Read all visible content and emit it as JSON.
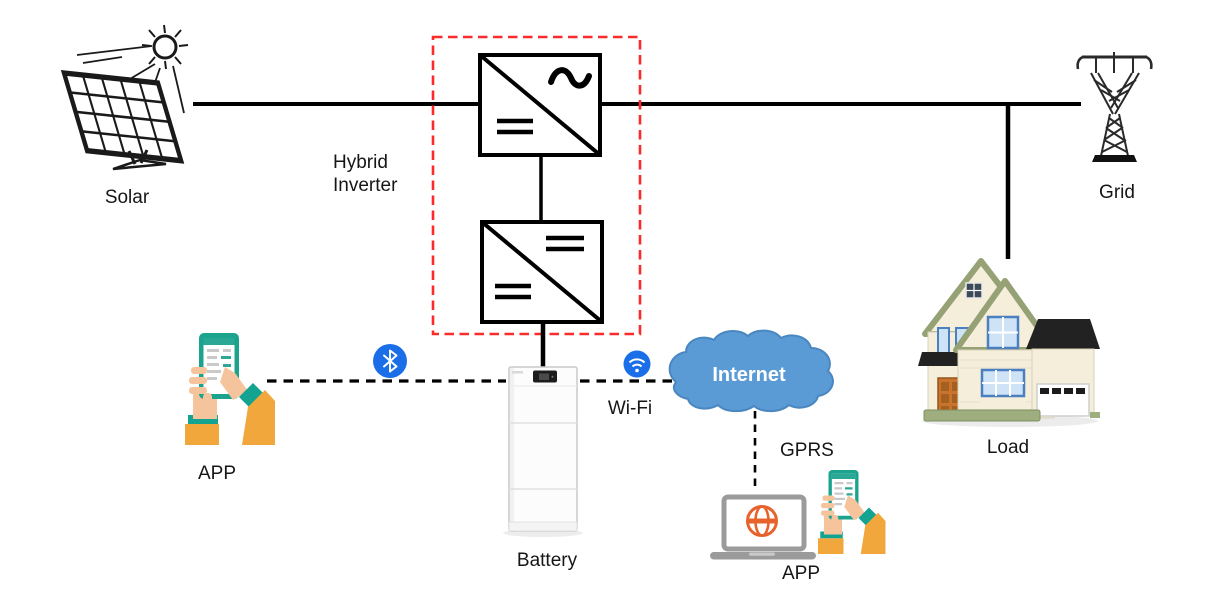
{
  "nodes": {
    "solar": {
      "label": "Solar"
    },
    "hybrid_inverter": {
      "line1": "Hybrid",
      "line2": "Inverter"
    },
    "grid": {
      "label": "Grid"
    },
    "load": {
      "label": "Load"
    },
    "battery": {
      "label": "Battery"
    },
    "internet_cloud": {
      "label": "Internet"
    },
    "app_bluetooth": {
      "label": "APP"
    },
    "app_remote": {
      "label": "APP"
    }
  },
  "links": {
    "solar_to_inverter": {
      "type": "solid"
    },
    "inverter_to_grid": {
      "type": "solid"
    },
    "bus_to_load": {
      "type": "solid"
    },
    "inverter_to_battery": {
      "type": "solid"
    },
    "bluetooth": {
      "type": "dashed",
      "icon": "bluetooth-icon"
    },
    "wifi": {
      "label": "Wi-Fi",
      "type": "dashed",
      "icon": "wifi-icon"
    },
    "gprs": {
      "label": "GPRS",
      "type": "dashed"
    }
  },
  "icons": {
    "sun": "sun-icon",
    "solar_panel": "solar-panel-icon",
    "dc_ac_inverter": "dc-ac-inverter-icon",
    "dc_dc_converter": "dc-dc-converter-icon",
    "transmission_tower": "transmission-tower-icon",
    "house": "house-icon",
    "battery_cabinet": "battery-cabinet-icon",
    "cloud": "cloud-icon",
    "bluetooth": "bluetooth-icon",
    "wifi": "wifi-icon",
    "laptop_globe": "laptop-globe-icon",
    "hand_phone": "hand-holding-phone-icon"
  },
  "colors": {
    "line": "#000000",
    "red_box": "#fb2b2b",
    "icon_blue": "#1a6fe8",
    "cloud_fill": "#5b9bd5",
    "cloud_stroke": "#4a86c0",
    "sleeve_orange": "#f2a73d",
    "cuff_teal": "#12a391",
    "skin": "#f6c49c",
    "phone_teal": "#1ba38e",
    "laptop_gray": "#9b9b9b",
    "globe_orange": "#e8632c",
    "house_wall": "#f4eedb",
    "roof_trim_green": "#96a275",
    "roof_dark": "#222222",
    "window_blue": "#cfe3f6",
    "window_frame_blue": "#4a7fc1",
    "door_orange": "#c8742c",
    "base_green": "#9fae7e"
  }
}
